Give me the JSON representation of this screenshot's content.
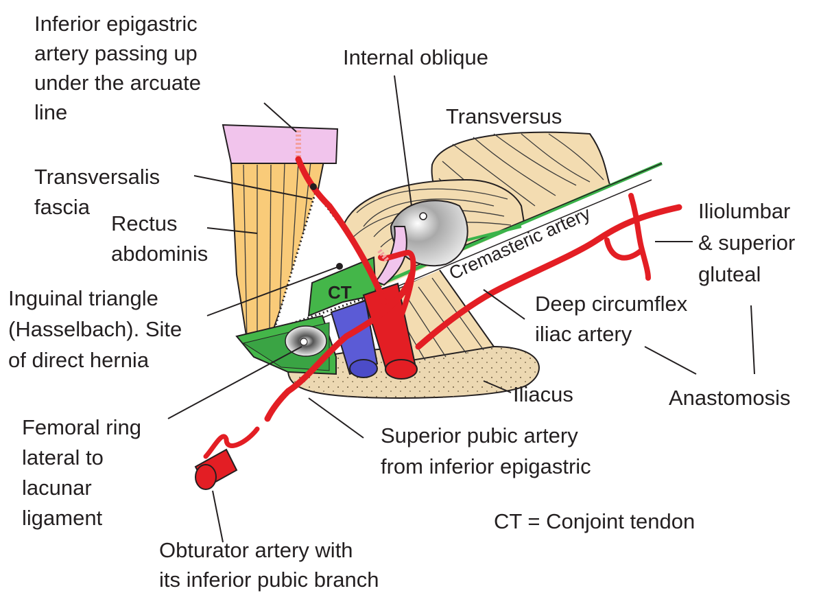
{
  "labels": {
    "inferior_epigastric": [
      "Inferior epigastric",
      "artery passing up",
      "under the arcuate",
      "line"
    ],
    "internal_oblique": "Internal oblique",
    "transversus": "Transversus",
    "transversalis": [
      "Transversalis",
      "fascia"
    ],
    "rectus": [
      "Rectus",
      "abdominis"
    ],
    "iliolumbar": [
      "Iliolumbar",
      "& superior",
      "gluteal"
    ],
    "cremasteric": "Cremasteric artery",
    "ct_inner": "CT",
    "inguinal": [
      "Inguinal triangle",
      "(Hasselbach). Site",
      "of direct hernia"
    ],
    "deep_circumflex": [
      "Deep circumflex",
      "iliac artery"
    ],
    "iliacus": "Iliacus",
    "anastomosis": "Anastomosis",
    "femoral_ring": [
      "Femoral ring",
      "lateral to",
      "lacunar",
      "ligament"
    ],
    "superior_pubic": [
      "Superior pubic artery",
      "from inferior epigastric"
    ],
    "ct_legend": "CT = Conjoint tendon",
    "obturator": [
      "Obturator artery with",
      "its inferior pubic branch"
    ]
  },
  "colors": {
    "artery": "#e31e24",
    "vein": "#5b5bd6",
    "muscle_tan": "#f3dcb1",
    "rectus_orange": "#f9cb79",
    "sheath_pink": "#f1c4ec",
    "conjoint_green": "#44b649",
    "iliacus_tan": "#ecd8b2"
  }
}
